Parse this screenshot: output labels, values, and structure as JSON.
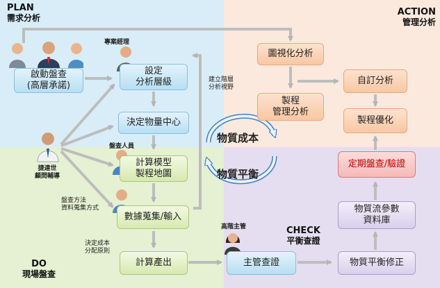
{
  "quadrants": {
    "plan": {
      "en": "PLAN",
      "zh": "需求分析"
    },
    "action": {
      "en": "ACTION",
      "zh": "管理分析"
    },
    "do": {
      "en": "DO",
      "zh": "現場盤查"
    },
    "check": {
      "en": "CHECK",
      "zh": "平衡查證"
    }
  },
  "boxes": {
    "kickoff": "啟動盤查\n(高層承諾)",
    "set_levels": "設定\n分析層級",
    "decide_centers": "決定物量中心",
    "calc_model": "計算模型\n製程地圖",
    "data_collect": "數據蒐集/輸入",
    "calc_output": "計算產出",
    "supervisor_verify": "主管查證",
    "mass_balance_fix": "物質平衡修正",
    "mfca_db": "物質流參數\n資料庫",
    "periodic_audit": "定期盤查/驗證",
    "graph_analysis": "圖視化分析",
    "process_analysis": "製程\n管理分析",
    "custom_analysis": "自訂分析",
    "process_optimize": "製程優化"
  },
  "notes": {
    "project_manager": "專案經理",
    "hierarchy_view": "建立階層\n分析視野",
    "auditor": "盤查人員",
    "consultant": "捷達世\n顧問輔導",
    "method": "盤查方法\n資料蒐集方式",
    "cost_rule": "決定成本\n分配原則",
    "senior_manager": "高階主管"
  },
  "cycle": {
    "top": "物質成本",
    "bottom": "物質平衡"
  },
  "colors": {
    "plan_bg": "#d9edf8",
    "action_bg": "#fbe9dd",
    "do_bg": "#e6f0d2",
    "check_bg": "#e4def0",
    "arrow": "#b8b8b8",
    "cycle_arrow": "#3f7ec7",
    "audit_text": "#c00000"
  },
  "icons": [
    "businessman-icon",
    "consultant-icon",
    "auditor-icon",
    "manager-woman-icon",
    "cycle-arrows-icon"
  ]
}
